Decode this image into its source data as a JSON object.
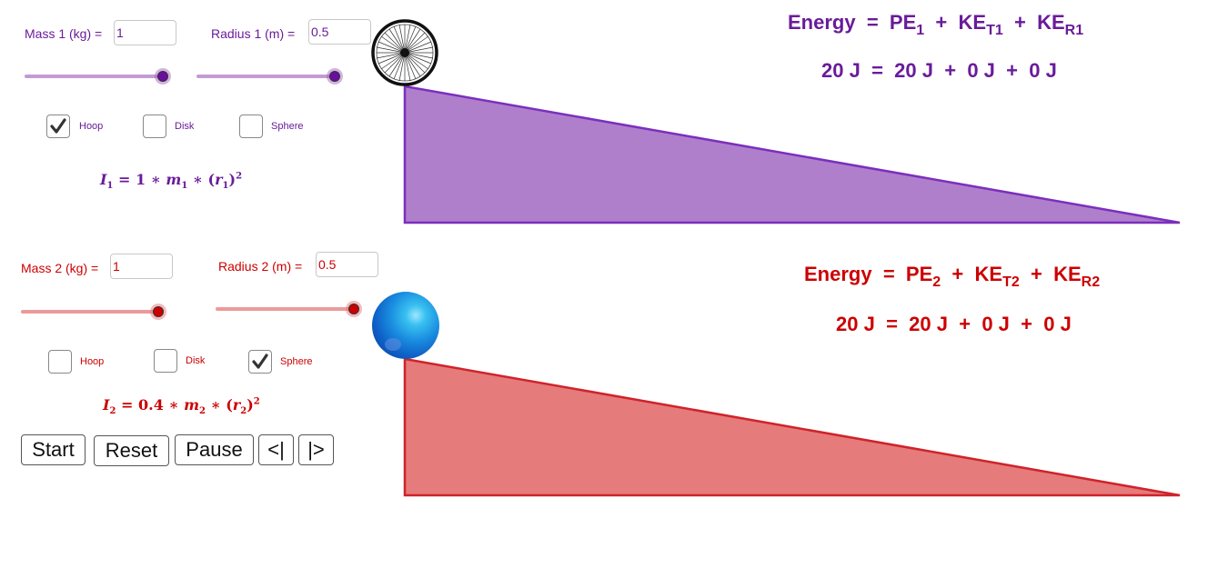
{
  "object1": {
    "mass_label": "Mass 1 (kg) =",
    "mass_value": "1",
    "radius_label": "Radius 1 (m) =",
    "radius_value": "0.5",
    "shapes": [
      {
        "label": "Hoop",
        "checked": true
      },
      {
        "label": "Disk",
        "checked": false
      },
      {
        "label": "Sphere",
        "checked": false
      }
    ],
    "formula": {
      "I": "I",
      "sub": "1",
      "coef": "1",
      "m": "m",
      "r": "r",
      "exp": "2"
    },
    "energy": {
      "word": "Energy",
      "pe": "PE",
      "pe_sub": "1",
      "ket": "KE",
      "ket_sub": "T1",
      "ker": "KE",
      "ker_sub": "R1",
      "total": "20 J",
      "pe_val": "20 J",
      "ket_val": "0 J",
      "ker_val": "0  J"
    },
    "color": "#6a1b9a",
    "ramp_fill": "#b07fcc",
    "object_icon": "bicycle-wheel"
  },
  "object2": {
    "mass_label": "Mass 2 (kg) =",
    "mass_value": "1",
    "radius_label": "Radius 2 (m) =",
    "radius_value": "0.5",
    "shapes": [
      {
        "label": "Hoop",
        "checked": false
      },
      {
        "label": "Disk",
        "checked": false
      },
      {
        "label": "Sphere",
        "checked": true
      }
    ],
    "formula": {
      "I": "I",
      "sub": "2",
      "coef": "0.4",
      "m": "m",
      "r": "r",
      "exp": "2"
    },
    "energy": {
      "word": "Energy",
      "pe": "PE",
      "pe_sub": "2",
      "ket": "KE",
      "ket_sub": "T2",
      "ker": "KE",
      "ker_sub": "R2",
      "total": "20 J",
      "pe_val": "20  J",
      "ket_val": "0  J",
      "ker_val": "0  J"
    },
    "color": "#cc0000",
    "ramp_fill": "#e57b7b",
    "object_icon": "blue-sphere"
  },
  "controls": {
    "start": "Start",
    "reset": "Reset",
    "pause": "Pause",
    "step_back": "<|",
    "step_forward": "|>"
  },
  "symbols": {
    "eq": "=",
    "plus": "+",
    "times": "∗"
  }
}
